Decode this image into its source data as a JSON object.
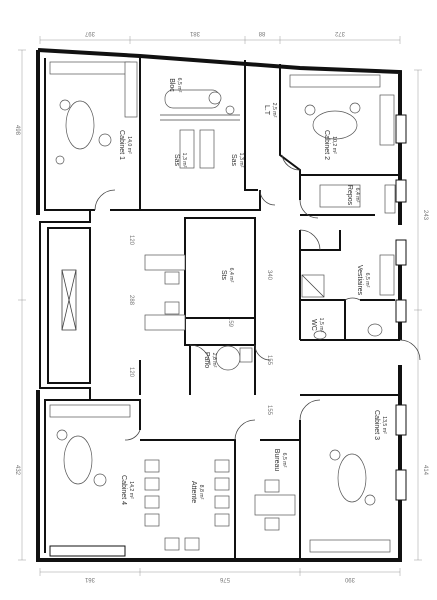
{
  "rooms": [
    {
      "id": "cabinet-1",
      "name": "Cabinet 1",
      "area": "14,0 m²"
    },
    {
      "id": "bloc",
      "name": "Bloc",
      "area": "6,5 m²"
    },
    {
      "id": "sas-1",
      "name": "Sas",
      "area": "1,3 m²"
    },
    {
      "id": "sas-2",
      "name": "Sas",
      "area": "1,3 m²"
    },
    {
      "id": "lt",
      "name": "L.T",
      "area": "2,5 m²"
    },
    {
      "id": "cabinet-2",
      "name": "Cabinet 2",
      "area": "10,2 m²"
    },
    {
      "id": "repos",
      "name": "Repos",
      "area": "6,4 m²"
    },
    {
      "id": "sts",
      "name": "Sts",
      "area": "6,4 m²"
    },
    {
      "id": "vestiaires",
      "name": "Vestiaires",
      "area": "6,5 m²"
    },
    {
      "id": "wc",
      "name": "WC",
      "area": "1,5 m²"
    },
    {
      "id": "pano",
      "name": "Pano",
      "area": "2,8 m²"
    },
    {
      "id": "cabinet-3",
      "name": "Cabinet 3",
      "area": "13,5 m²"
    },
    {
      "id": "bureau",
      "name": "Bureau",
      "area": "6,5 m²"
    },
    {
      "id": "attente",
      "name": "Attente",
      "area": "8,8 m²"
    },
    {
      "id": "cabinet-4",
      "name": "Cabinet 4",
      "area": "14,2 m²"
    }
  ],
  "dimensions": {
    "top": [
      "397",
      "381",
      "88",
      "372"
    ],
    "left": [
      "498",
      "432"
    ],
    "right": [
      "243",
      "414"
    ],
    "bottom": [
      "361",
      "576",
      "390"
    ],
    "interior": [
      "120",
      "288",
      "120",
      "340",
      "159",
      "155",
      "155"
    ]
  }
}
